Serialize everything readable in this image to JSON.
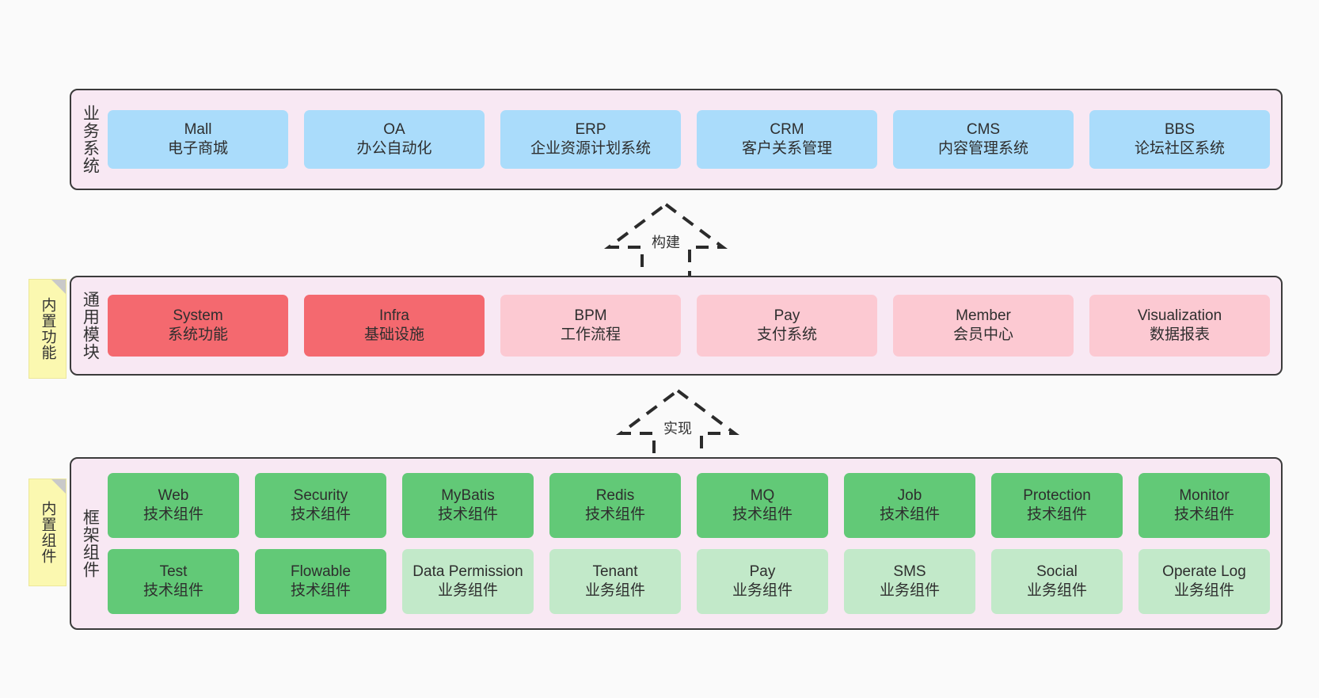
{
  "diagram": {
    "background_color": "#fafafa",
    "layer_bg_color": "#f8e8f3",
    "layer_border_color": "#3b3b3b",
    "sticky_color": "#fbf8b0",
    "colors": {
      "blue": "#aadcfb",
      "red": "#f4696f",
      "pink": "#fcc9d2",
      "green": "#62c977",
      "light_green": "#c2e9c9"
    }
  },
  "layers": {
    "business": {
      "title": "业务系统",
      "items": [
        {
          "name": "Mall",
          "desc": "电子商城"
        },
        {
          "name": "OA",
          "desc": "办公自动化"
        },
        {
          "name": "ERP",
          "desc": "企业资源计划系统"
        },
        {
          "name": "CRM",
          "desc": "客户关系管理"
        },
        {
          "name": "CMS",
          "desc": "内容管理系统"
        },
        {
          "name": "BBS",
          "desc": "论坛社区系统"
        }
      ]
    },
    "modules": {
      "title": "通用模块",
      "sticky": "内置功能",
      "items": [
        {
          "name": "System",
          "desc": "系统功能",
          "color": "red"
        },
        {
          "name": "Infra",
          "desc": "基础设施",
          "color": "red"
        },
        {
          "name": "BPM",
          "desc": "工作流程",
          "color": "pink"
        },
        {
          "name": "Pay",
          "desc": "支付系统",
          "color": "pink"
        },
        {
          "name": "Member",
          "desc": "会员中心",
          "color": "pink"
        },
        {
          "name": "Visualization",
          "desc": "数据报表",
          "color": "pink"
        }
      ]
    },
    "framework": {
      "title": "框架组件",
      "sticky": "内置组件",
      "row1": [
        {
          "name": "Web",
          "desc": "技术组件"
        },
        {
          "name": "Security",
          "desc": "技术组件"
        },
        {
          "name": "MyBatis",
          "desc": "技术组件"
        },
        {
          "name": "Redis",
          "desc": "技术组件"
        },
        {
          "name": "MQ",
          "desc": "技术组件"
        },
        {
          "name": "Job",
          "desc": "技术组件"
        },
        {
          "name": "Protection",
          "desc": "技术组件"
        },
        {
          "name": "Monitor",
          "desc": "技术组件"
        }
      ],
      "row2": [
        {
          "name": "Test",
          "desc": "技术组件",
          "color": "green"
        },
        {
          "name": "Flowable",
          "desc": "技术组件",
          "color": "green"
        },
        {
          "name": "Data Permission",
          "desc": "业务组件",
          "color": "light_green"
        },
        {
          "name": "Tenant",
          "desc": "业务组件",
          "color": "light_green"
        },
        {
          "name": "Pay",
          "desc": "业务组件",
          "color": "light_green"
        },
        {
          "name": "SMS",
          "desc": "业务组件",
          "color": "light_green"
        },
        {
          "name": "Social",
          "desc": "业务组件",
          "color": "light_green"
        },
        {
          "name": "Operate Log",
          "desc": "业务组件",
          "color": "light_green"
        }
      ]
    }
  },
  "connectors": [
    {
      "id": "build",
      "label": "构建"
    },
    {
      "id": "impl",
      "label": "实现"
    }
  ]
}
